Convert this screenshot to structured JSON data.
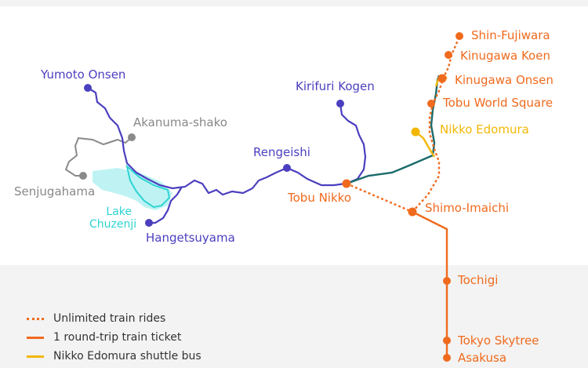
{
  "colors": {
    "purple": "#4b3fbf",
    "orange": "#f06a1d",
    "yellow": "#f2b705",
    "teal": "#1b6b6b",
    "gray": "#8a8a8a",
    "cyan": "#2ed3d3",
    "lake": "#bff3f3"
  },
  "stations": {
    "shin_fujiwara": "Shin-Fujiwara",
    "kinugawa_koen": "Kinugawa Koen",
    "kinugawa_onsen": "Kinugawa Onsen",
    "tobu_world_square": "Tobu World Square",
    "nikko_edomura": "Nikko Edomura",
    "shimo_imaichi": "Shimo-Imaichi",
    "tochigi": "Tochigi",
    "tokyo_skytree": "Tokyo Skytree",
    "asakusa": "Asakusa",
    "tobu_nikko": "Tobu Nikko",
    "kirifuri_kogen": "Kirifuri Kogen",
    "rengeishi": "Rengeishi",
    "yumoto_onsen": "Yumoto Onsen",
    "akanuma_shako": "Akanuma-shako",
    "senjugahama": "Senjugahama",
    "lake_chuzenji_line1": "Lake",
    "lake_chuzenji_line2": "Chuzenji",
    "hangetsuyama": "Hangetsuyama"
  },
  "legend": [
    {
      "style": "dotted",
      "color": "#f06a1d",
      "label": "Unlimited train rides"
    },
    {
      "style": "solid",
      "color": "#f06a1d",
      "label": "1 round-trip train ticket"
    },
    {
      "style": "solid",
      "color": "#f2b705",
      "label": "Nikko Edomura shuttle bus"
    }
  ]
}
